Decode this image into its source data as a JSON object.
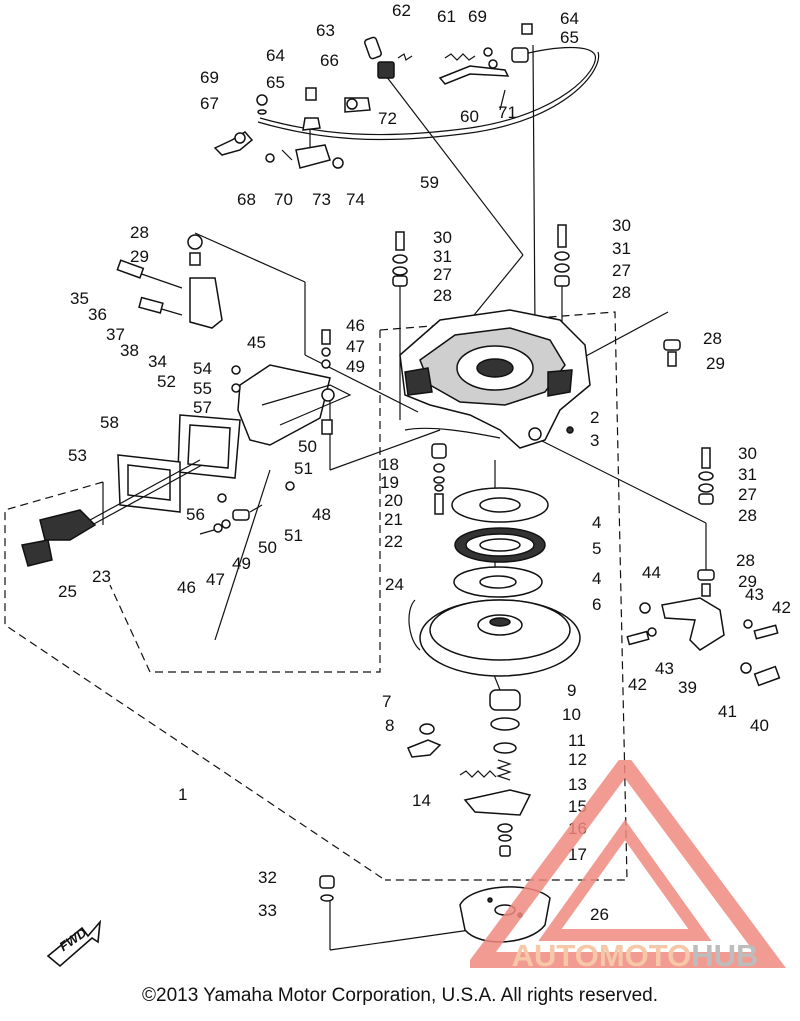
{
  "diagram": {
    "labels": {
      "p1": "1",
      "p2": "2",
      "p3": "3",
      "p4a": "4",
      "p4b": "4",
      "p5": "5",
      "p6": "6",
      "p7": "7",
      "p8": "8",
      "p9": "9",
      "p10": "10",
      "p11": "11",
      "p12": "12",
      "p13": "13",
      "p14": "14",
      "p15": "15",
      "p16": "16",
      "p17": "17",
      "p18": "18",
      "p19": "19",
      "p20": "20",
      "p21": "21",
      "p22": "22",
      "p23": "23",
      "p24": "24",
      "p25": "25",
      "p26": "26",
      "p27a": "27",
      "p27b": "27",
      "p27c": "27",
      "p28a": "28",
      "p28b": "28",
      "p28c": "28",
      "p28d": "28",
      "p28e": "28",
      "p28f": "28",
      "p29a": "29",
      "p29b": "29",
      "p29c": "29",
      "p30a": "30",
      "p30b": "30",
      "p30c": "30",
      "p31a": "31",
      "p31b": "31",
      "p31c": "31",
      "p32": "32",
      "p33": "33",
      "p34": "34",
      "p35": "35",
      "p36": "36",
      "p37": "37",
      "p38": "38",
      "p39": "39",
      "p40": "40",
      "p41": "41",
      "p42a": "42",
      "p42b": "42",
      "p43a": "43",
      "p43b": "43",
      "p44": "44",
      "p45": "45",
      "p46a": "46",
      "p46b": "46",
      "p47a": "47",
      "p47b": "47",
      "p48": "48",
      "p49a": "49",
      "p49b": "49",
      "p50a": "50",
      "p50b": "50",
      "p51a": "51",
      "p51b": "51",
      "p52": "52",
      "p53": "53",
      "p54": "54",
      "p55": "55",
      "p56": "56",
      "p57": "57",
      "p58": "58",
      "p59": "59",
      "p60": "60",
      "p61": "61",
      "p62": "62",
      "p63": "63",
      "p64a": "64",
      "p64b": "64",
      "p65a": "65",
      "p65b": "65",
      "p66": "66",
      "p67": "67",
      "p68": "68",
      "p69a": "69",
      "p69b": "69",
      "p70": "70",
      "p71": "71",
      "p72": "72",
      "p73": "73",
      "p74": "74"
    }
  },
  "fwd_badge": {
    "text": "FWD"
  },
  "watermark": {
    "part1": "AUTOMOTO",
    "part2": "HUB",
    "color_a": "#f6c8a8",
    "color_b": "#bdbdbd",
    "triangle_color": "#f08a80"
  },
  "footer": {
    "copyright": "©2013 Yamaha Motor Corporation, U.S.A. All rights reserved."
  }
}
